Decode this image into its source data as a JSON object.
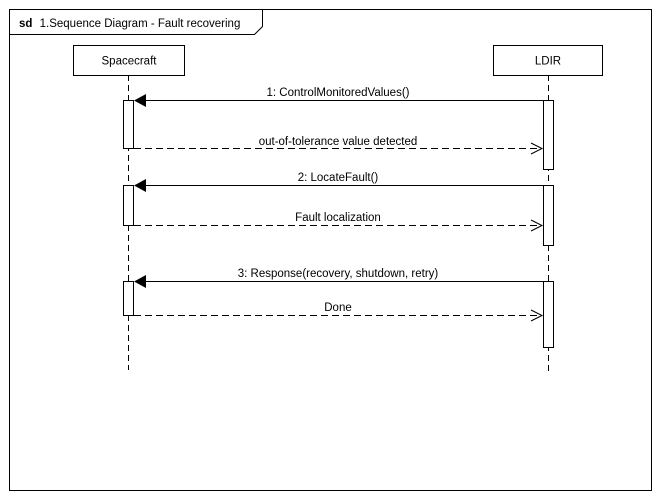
{
  "frame": {
    "keyword": "sd",
    "title": "1.Sequence Diagram - Fault recovering"
  },
  "lifelines": [
    {
      "id": "spacecraft",
      "label": "Spacecraft"
    },
    {
      "id": "ldir",
      "label": "LDIR"
    }
  ],
  "messages": [
    {
      "label": "1: ControlMonitoredValues()",
      "from": "ldir",
      "to": "spacecraft",
      "kind": "sync"
    },
    {
      "label": "out-of-tolerance value detected",
      "from": "spacecraft",
      "to": "ldir",
      "kind": "return"
    },
    {
      "label": "2: LocateFault()",
      "from": "ldir",
      "to": "spacecraft",
      "kind": "sync"
    },
    {
      "label": "Fault localization",
      "from": "spacecraft",
      "to": "ldir",
      "kind": "return"
    },
    {
      "label": "3: Response(recovery, shutdown, retry)",
      "from": "ldir",
      "to": "spacecraft",
      "kind": "sync"
    },
    {
      "label": "Done",
      "from": "spacecraft",
      "to": "ldir",
      "kind": "return"
    }
  ]
}
